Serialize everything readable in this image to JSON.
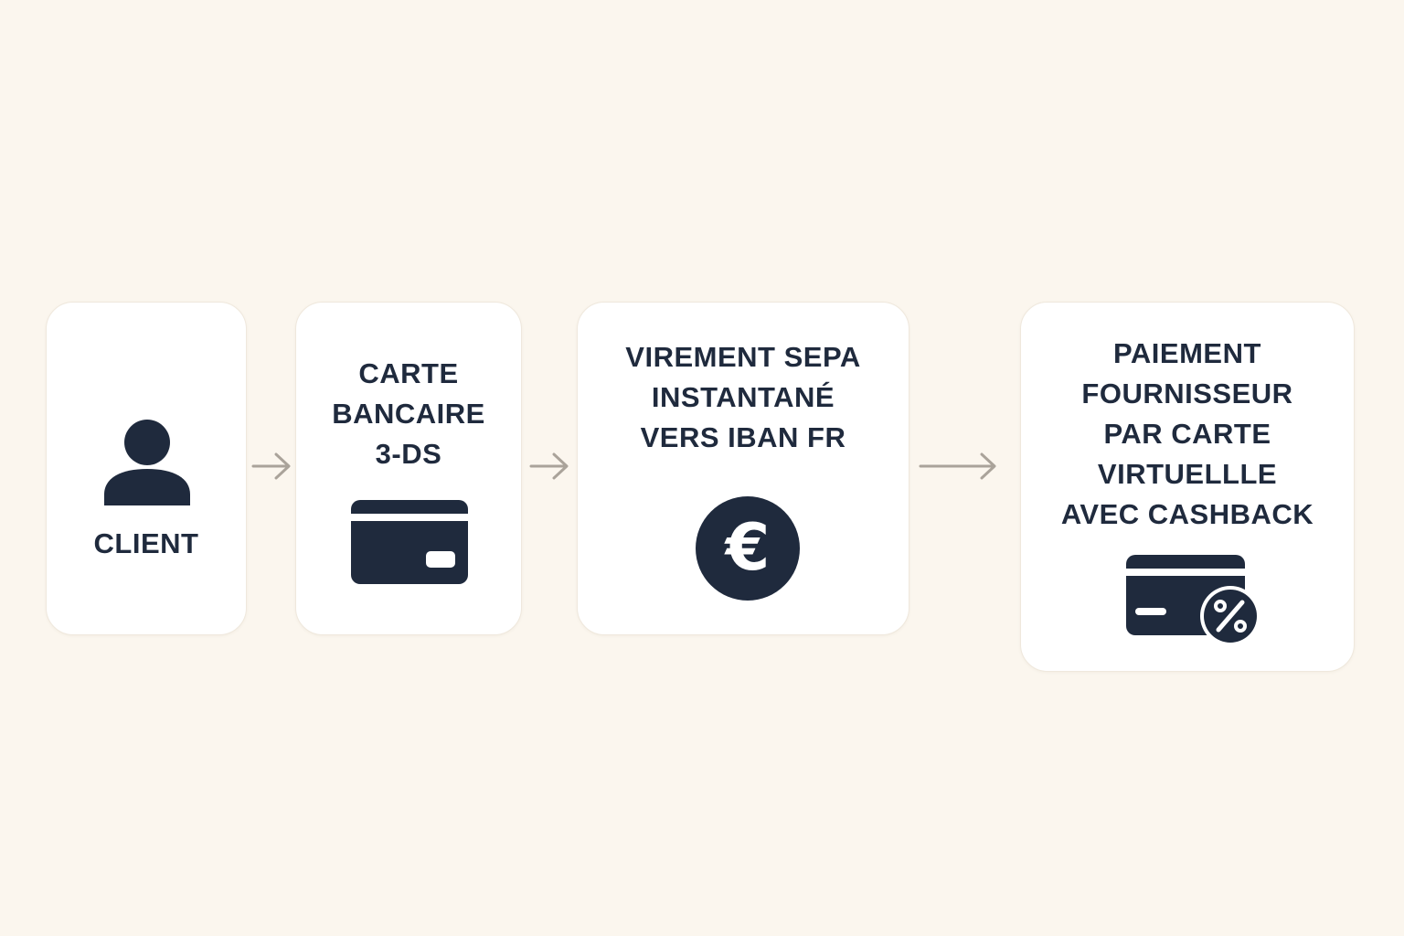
{
  "colors": {
    "background": "#fbf6ee",
    "card": "#ffffff",
    "ink": "#1f2a3d",
    "arrow": "#aaa39a"
  },
  "steps": [
    {
      "label_lines": [
        "CLIENT"
      ],
      "icon": "user-icon"
    },
    {
      "label_lines": [
        "CARTE",
        "BANCAIRE",
        "3-DS"
      ],
      "icon": "credit-card-icon"
    },
    {
      "label_lines": [
        "VIREMENT SEPA",
        "INSTANTANÉ",
        "VERS IBAN FR"
      ],
      "icon": "euro-coin-icon"
    },
    {
      "label_lines": [
        "PAIEMENT",
        "FOURNISSEUR",
        "PAR CARTE",
        "VIRTUELLLE",
        "AVEC CASHBACK"
      ],
      "icon": "card-cashback-icon"
    }
  ],
  "euro_symbol": "€"
}
